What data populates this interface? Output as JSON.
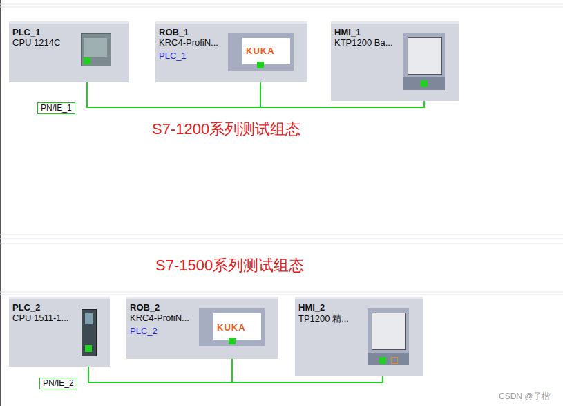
{
  "diagram": {
    "nodes": [
      {
        "text": [
          "PLC_1",
          "CPU 1214C"
        ]
      },
      {
        "text": [
          "ROB_1",
          "KRC4-ProfiN...",
          "PLC_1"
        ]
      },
      {
        "text": [
          "HMI_1",
          "KTP1200 Ba..."
        ]
      },
      {
        "text": [
          "PLC_2",
          "CPU 1511-1..."
        ]
      },
      {
        "text": [
          "ROB_2",
          "KRC4-ProfiN...",
          "PLC_2"
        ]
      },
      {
        "text": [
          "HMI_2",
          "TP1200 精..."
        ]
      }
    ],
    "edges": [
      {
        "from": 0,
        "to": 1,
        "arrow": "none",
        "label": "PN/IE_1"
      },
      {
        "from": 0,
        "to": 2,
        "arrow": "none"
      },
      {
        "from": 3,
        "to": 4,
        "arrow": "none",
        "label": "PN/IE_2"
      },
      {
        "from": 3,
        "to": 5,
        "arrow": "none"
      }
    ],
    "labels": [
      "S7-1200系列测试组态",
      "S7-1500系列测试组态",
      "KUKA",
      "KUKA",
      "CSDN @子楷"
    ]
  }
}
